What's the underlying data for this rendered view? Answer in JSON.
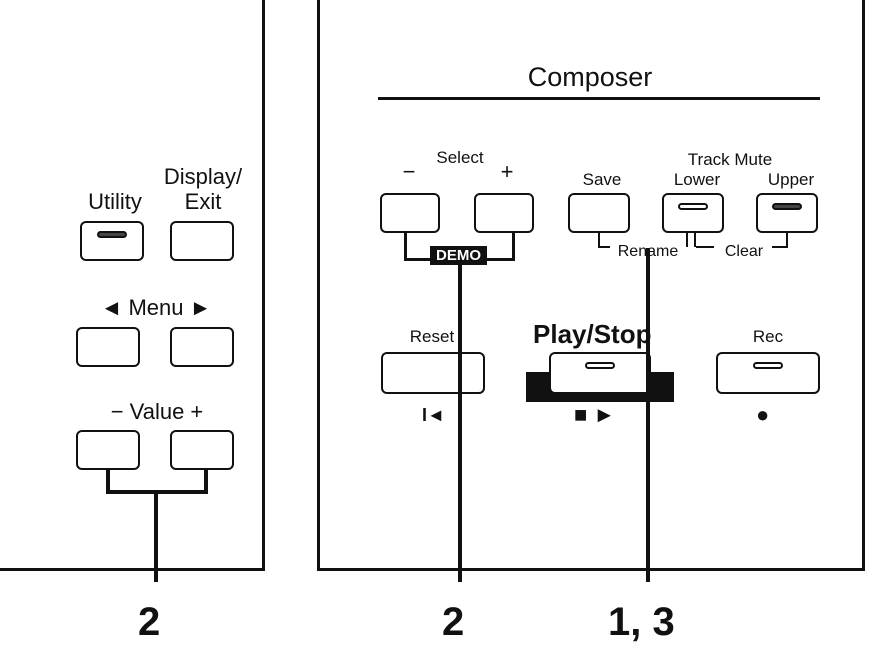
{
  "left_panel": {
    "utility_label": "Utility",
    "display_exit_label": "Display/\nExit",
    "menu_label": "◄ Menu ►",
    "value_label": "− Value +"
  },
  "right_panel": {
    "composer_title": "Composer",
    "select_label": "Select",
    "select_minus": "−",
    "select_plus": "+",
    "demo_label": "DEMO",
    "track_mute_label": "Track Mute",
    "save_label": "Save",
    "lower_label": "Lower",
    "upper_label": "Upper",
    "rename_label": "Rename",
    "clear_label": "Clear",
    "reset_label": "Reset",
    "play_stop_label": "Play/Stop",
    "rec_label": "Rec",
    "reset_symbol": "I◄",
    "play_stop_symbol": "■ ►",
    "rec_symbol": "●"
  },
  "callouts": [
    "2",
    "2",
    "1, 3"
  ]
}
